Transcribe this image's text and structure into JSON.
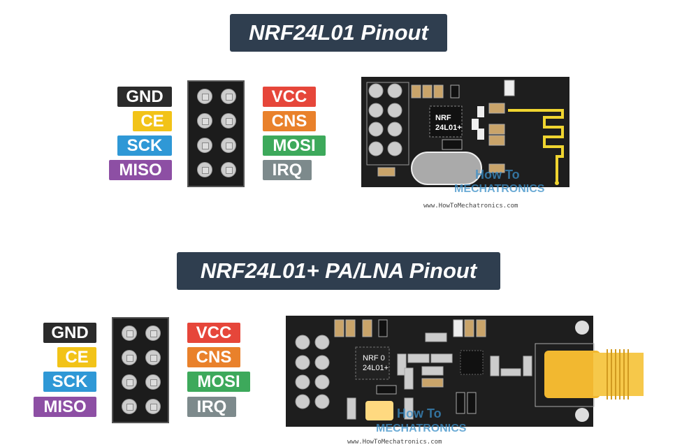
{
  "top": {
    "title": "NRF24L01 Pinout",
    "left_pins": [
      "GND",
      "CE",
      "SCK",
      "MISO"
    ],
    "right_pins": [
      "VCC",
      "CNS",
      "MOSI",
      "IRQ"
    ],
    "chip_line1": "NRF",
    "chip_line2": "24L01+"
  },
  "bottom": {
    "title": "NRF24L01+ PA/LNA Pinout",
    "left_pins": [
      "GND",
      "CE",
      "SCK",
      "MISO"
    ],
    "right_pins": [
      "VCC",
      "CNS",
      "MOSI",
      "IRQ"
    ],
    "chip_line1": "NRF 0",
    "chip_line2": "24L01+"
  },
  "watermark": {
    "line1": "How To",
    "line2": "MECHATRONICS",
    "url": "www.HowToMechatronics.com"
  },
  "colors": {
    "GND": "#2b2b2b",
    "CE": "#f2c318",
    "SCK": "#2f98d6",
    "MISO": "#8d4fa4",
    "VCC": "#e6463a",
    "CNS": "#e9812b",
    "MOSI": "#3da95b",
    "IRQ": "#7d8a8c",
    "title_bg": "#2f3e4f",
    "antenna": "#f0d530"
  }
}
